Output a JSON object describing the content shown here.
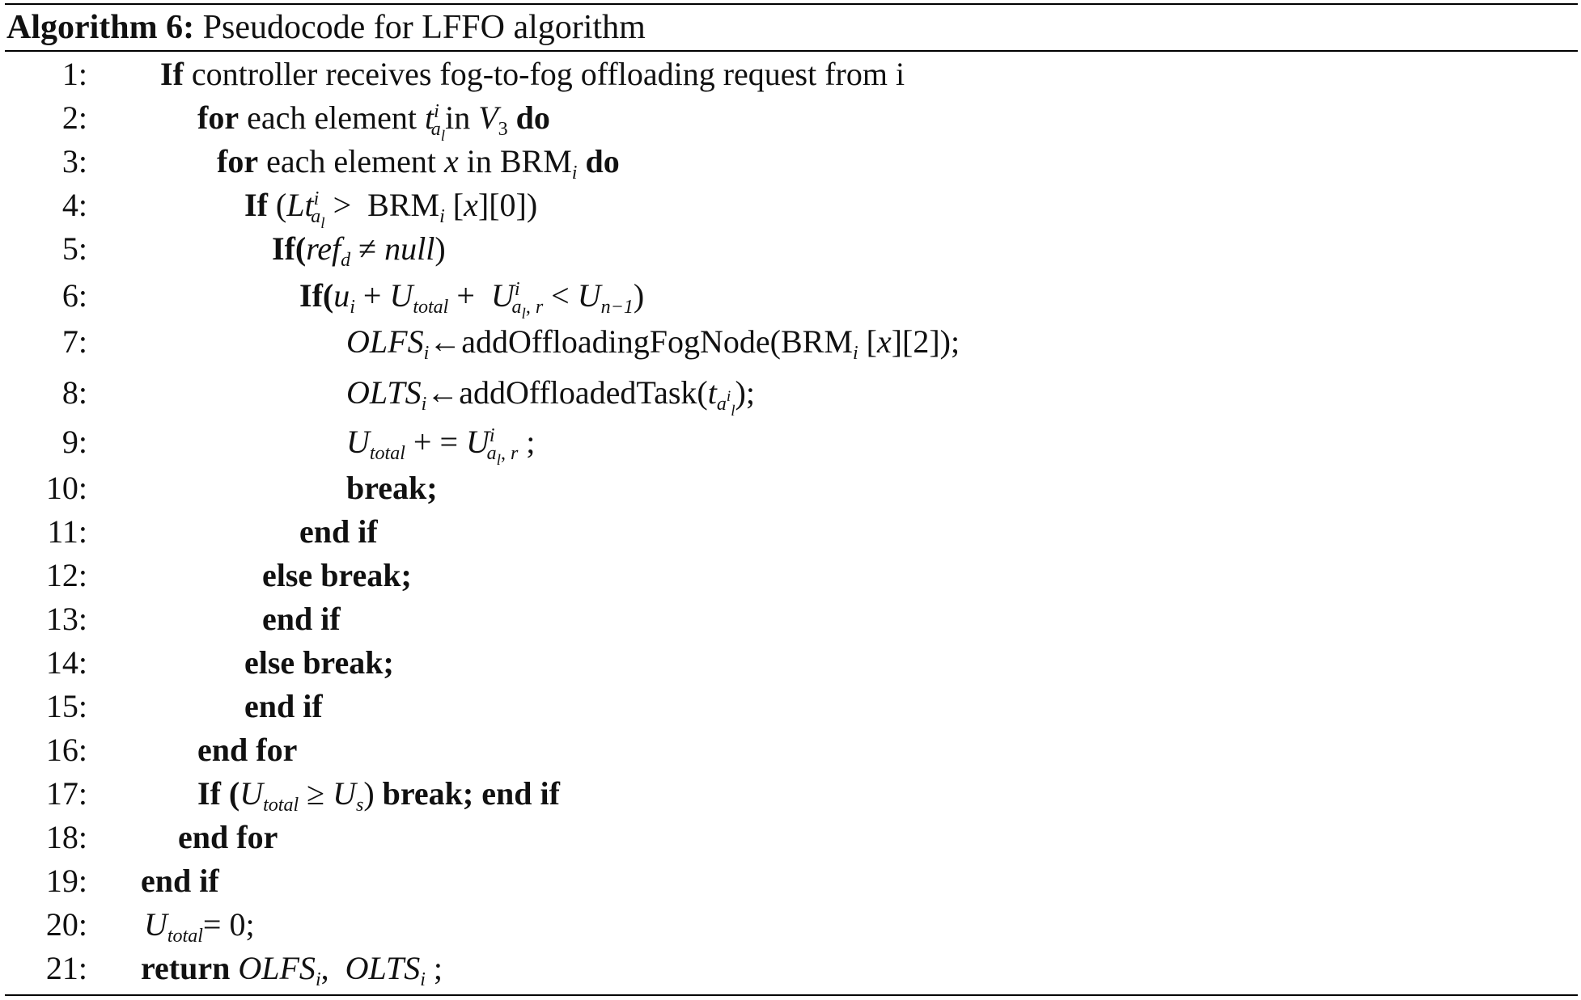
{
  "caption": {
    "label": "Algorithm 6:",
    "title": "Pseudocode for LFFO algorithm"
  },
  "lines": [
    {
      "n": "1:",
      "indent": 0
    },
    {
      "n": "2:",
      "indent": 1
    },
    {
      "n": "3:",
      "indent": 2
    },
    {
      "n": "4:",
      "indent": 3
    },
    {
      "n": "5:",
      "indent": 4
    },
    {
      "n": "6:",
      "indent": 5
    },
    {
      "n": "7:",
      "indent": 6
    },
    {
      "n": "8:",
      "indent": 6
    },
    {
      "n": "9:",
      "indent": 6
    },
    {
      "n": "10:",
      "indent": 6
    },
    {
      "n": "11:",
      "indent": 5
    },
    {
      "n": "12:",
      "indent": 4
    },
    {
      "n": "13:",
      "indent": 4
    },
    {
      "n": "14:",
      "indent": 3
    },
    {
      "n": "15:",
      "indent": 3
    },
    {
      "n": "16:",
      "indent": 1
    },
    {
      "n": "17:",
      "indent": 1
    },
    {
      "n": "18:",
      "indent": 2
    },
    {
      "n": "19:",
      "indent": 0
    },
    {
      "n": "20:",
      "indent": 0
    },
    {
      "n": "21:",
      "indent": 0
    }
  ],
  "text": {
    "if": "If",
    "l1_rest": " controller receives fog-to-fog offloading request from i",
    "for": "for",
    "each_element": " each element ",
    "in": "in",
    "do": "do",
    "t": "t",
    "i": "i",
    "a": "a",
    "l": "l",
    "V": "V",
    "three": "3",
    "x": "x",
    "BRM": "BRM",
    "Lt": "Lt",
    "gt": ">",
    "idx0": "[0]",
    "idx2": "[2]",
    "ref": "ref",
    "d": "d",
    "neq": "≠",
    "null": "null",
    "u": "u",
    "U": "U",
    "total": "total",
    "plus": "+",
    "r": "r",
    "lt": "<",
    "n1": "n−1",
    "OLFS": "OLFS",
    "OLTS": "OLTS",
    "arrow": "←",
    "addFog": "addOffloadingFogNode(",
    "addTask": "addOffloadedTask(",
    "pluseq": "+ =",
    "break": "break;",
    "end_if": "end if",
    "else_break": "else break;",
    "end_for": "end for",
    "geq": "≥",
    "s": "s",
    "break_endif": "break; end if",
    "eq0": "= 0;",
    "return": "return"
  }
}
